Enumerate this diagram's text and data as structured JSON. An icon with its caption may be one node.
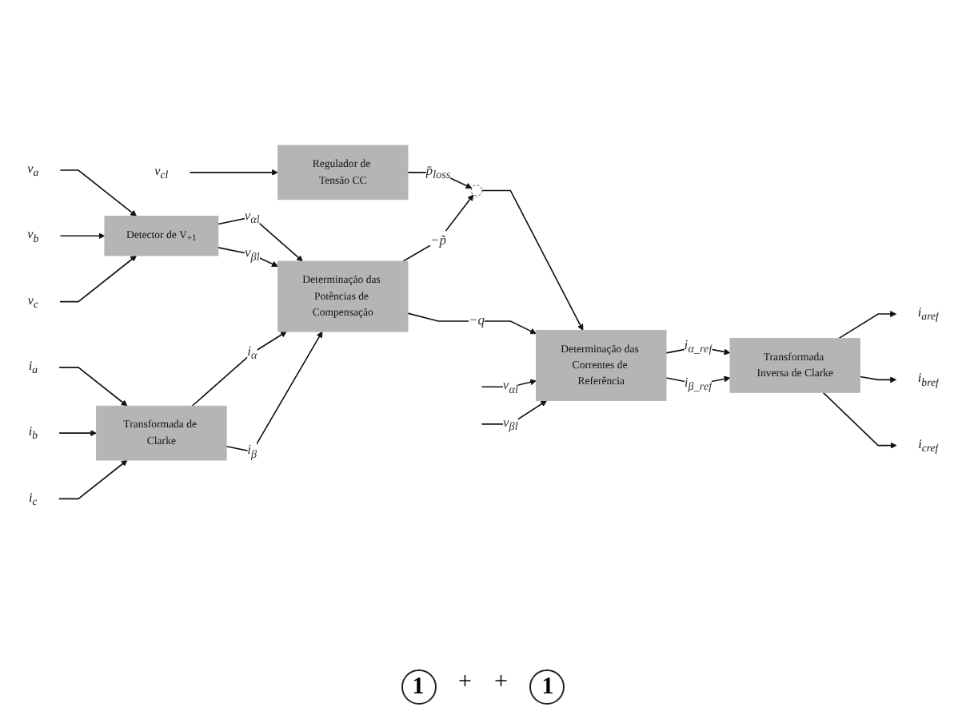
{
  "diagram": {
    "nodes": [
      {
        "text": [
          "Regulador de Tensão CC"
        ]
      },
      {
        "text": [
          "v$_{cl}$"
        ]
      },
      {
        "text": [
          "v$_{a}$"
        ]
      },
      {
        "text": [
          "v$_{b}$"
        ]
      },
      {
        "text": [
          "v$_{c}$"
        ]
      },
      {
        "text": [
          "Detector de V$_{+1}$"
        ]
      },
      {
        "text": [
          "Determinação das Potências de Compensação"
        ]
      },
      {
        "text": [],
        "shape": "circle"
      },
      {
        "text": [
          "Determinação das Correntes de Referência"
        ]
      },
      {
        "text": [
          "i$_{a}$"
        ]
      },
      {
        "text": [
          "i$_{b}$"
        ]
      },
      {
        "text": [
          "i$_{c}$"
        ]
      },
      {
        "text": [
          "Transformada de Clarke"
        ]
      },
      {
        "text": [
          "Transformada Inversa de Clarke"
        ]
      },
      {
        "text": [
          "i$_{aref}$"
        ]
      },
      {
        "text": [
          "i$_{bref}$"
        ]
      },
      {
        "text": [
          "i$_{cref}$"
        ]
      }
    ],
    "edges": [
      {
        "from": 1,
        "to": 0,
        "arrow": "to"
      },
      {
        "from": 2,
        "to": 5,
        "arrow": "to"
      },
      {
        "from": 3,
        "to": 5,
        "arrow": "to"
      },
      {
        "from": 4,
        "to": 5,
        "arrow": "to"
      },
      {
        "from": 5,
        "to": 6,
        "arrow": "to",
        "label": "v$_{αl}$"
      },
      {
        "from": 5,
        "to": 6,
        "arrow": "to",
        "label": "v$_{βl}$"
      },
      {
        "from": 0,
        "to": 7,
        "arrow": "to",
        "label": "p̄$_{loss}$"
      },
      {
        "from": 6,
        "to": 7,
        "arrow": "to",
        "label": "−p̃"
      },
      {
        "from": 7,
        "to": 8,
        "arrow": "to"
      },
      {
        "from": 6,
        "to": 8,
        "arrow": "to",
        "label": "−q"
      },
      {
        "from": null,
        "to": 8,
        "arrow": "to",
        "label": "v$_{αl}$"
      },
      {
        "from": null,
        "to": 8,
        "arrow": "to",
        "label": "v$_{βl}$"
      },
      {
        "from": 9,
        "to": 12,
        "arrow": "to"
      },
      {
        "from": 10,
        "to": 12,
        "arrow": "to"
      },
      {
        "from": 11,
        "to": 12,
        "arrow": "to"
      },
      {
        "from": 12,
        "to": 6,
        "arrow": "to",
        "label": "i$_{α}$"
      },
      {
        "from": 12,
        "to": 6,
        "arrow": "to",
        "label": "i$_{β}$"
      },
      {
        "from": 8,
        "to": 13,
        "arrow": "to",
        "label": "i$_{α_ref}$"
      },
      {
        "from": 8,
        "to": 13,
        "arrow": "to",
        "label": "i$_{β_ref}$"
      },
      {
        "from": 13,
        "to": 14,
        "arrow": "to"
      },
      {
        "from": 13,
        "to": 15,
        "arrow": "to"
      },
      {
        "from": 13,
        "to": 16,
        "arrow": "to"
      }
    ],
    "labels": [
      "1",
      "+",
      "+",
      "1"
    ]
  }
}
